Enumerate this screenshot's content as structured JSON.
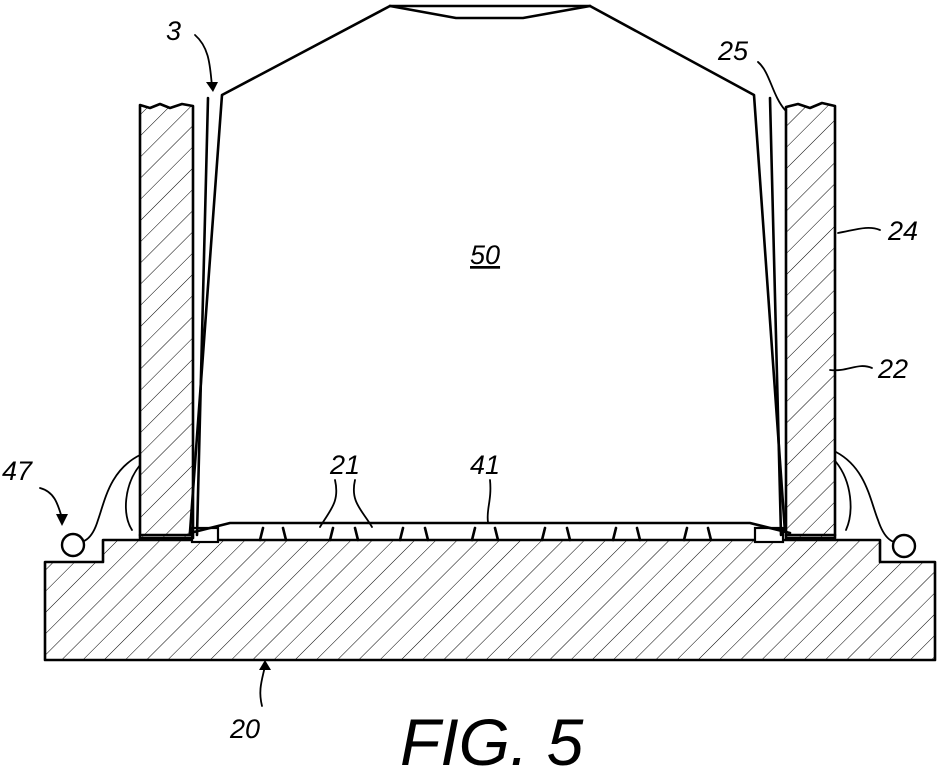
{
  "figure": {
    "caption": "FIG. 5",
    "labels": {
      "l3": "3",
      "l25": "25",
      "l24": "24",
      "l50": "50",
      "l22": "22",
      "l47": "47",
      "l21": "21",
      "l41": "41",
      "l20": "20"
    }
  },
  "colors": {
    "ink": "#000000",
    "paper": "#ffffff"
  }
}
